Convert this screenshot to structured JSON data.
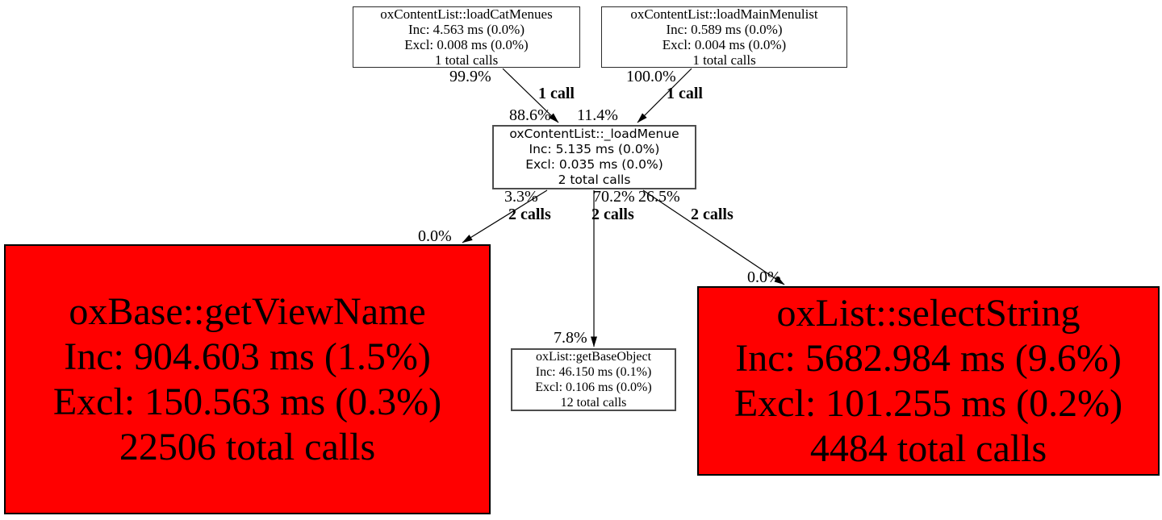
{
  "colors": {
    "background": "#ffffff",
    "node_fill": "#ffffff",
    "hot_node_fill": "#ff0000",
    "node_border": "#4d4d4d",
    "edge_color": "#000000",
    "text_color": "#000000"
  },
  "graph": {
    "type": "profiler-call-graph",
    "nodes": [
      {
        "id": "oxContentList::loadCatMenues",
        "title": "oxContentList::loadCatMenues",
        "inc": "Inc: 4.563 ms (0.0%)",
        "excl": "Excl: 0.008 ms (0.0%)",
        "calls": "1 total calls",
        "hot": false
      },
      {
        "id": "oxContentList::loadMainMenulist",
        "title": "oxContentList::loadMainMenulist",
        "inc": "Inc: 0.589 ms (0.0%)",
        "excl": "Excl: 0.004 ms (0.0%)",
        "calls": "1 total calls",
        "hot": false
      },
      {
        "id": "oxContentList::_loadMenue",
        "title": "oxContentList::_loadMenue",
        "inc": "Inc: 5.135 ms (0.0%)",
        "excl": "Excl: 0.035 ms (0.0%)",
        "calls": "2 total calls",
        "hot": false
      },
      {
        "id": "oxBase::getViewName",
        "title": "oxBase::getViewName",
        "inc": "Inc: 904.603 ms (1.5%)",
        "excl": "Excl: 150.563 ms (0.3%)",
        "calls": "22506 total calls",
        "hot": true
      },
      {
        "id": "oxList::getBaseObject",
        "title": "oxList::getBaseObject",
        "inc": "Inc: 46.150 ms (0.1%)",
        "excl": "Excl: 0.106 ms (0.0%)",
        "calls": "12 total calls",
        "hot": false
      },
      {
        "id": "oxList::selectString",
        "title": "oxList::selectString",
        "inc": "Inc: 5682.984 ms (9.6%)",
        "excl": "Excl: 101.255 ms (0.2%)",
        "calls": "4484 total calls",
        "hot": true
      }
    ],
    "edges": [
      {
        "from": "oxContentList::loadCatMenues",
        "to": "oxContentList::_loadMenue",
        "source_pct": "99.9%",
        "calls": "1 call",
        "target_pct": "88.6%"
      },
      {
        "from": "oxContentList::loadMainMenulist",
        "to": "oxContentList::_loadMenue",
        "source_pct": "100.0%",
        "calls": "1 call",
        "target_pct": "11.4%"
      },
      {
        "from": "oxContentList::_loadMenue",
        "to": "oxBase::getViewName",
        "source_pct": "3.3%",
        "calls": "2 calls",
        "target_pct": "0.0%"
      },
      {
        "from": "oxContentList::_loadMenue",
        "to": "oxList::getBaseObject",
        "source_pct": "70.2%",
        "calls": "2 calls",
        "target_pct": "7.8%"
      },
      {
        "from": "oxContentList::_loadMenue",
        "to": "oxList::selectString",
        "source_pct": "26.5%",
        "calls": "2 calls",
        "target_pct": "0.0%"
      }
    ]
  }
}
